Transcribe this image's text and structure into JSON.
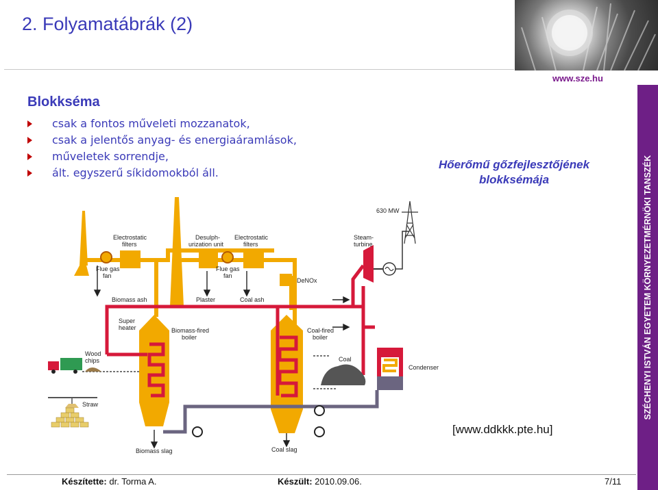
{
  "header": {
    "title": "2. Folyamatábrák (2)",
    "site_url": "www.sze.hu",
    "side_band_text": "SZÉCHENYI ISTVÁN EGYETEM KÖRNYEZETMÉRNÖKI TANSZÉK"
  },
  "content": {
    "heading": "Blokkséma",
    "bullets": [
      "csak a fontos műveleti mozzanatok,",
      "csak a jelentős anyag- és energiaáramlások,",
      "műveletek sorrendje,",
      "ált. egyszerű síkidomokból áll."
    ],
    "caption_line1": "Hőerőmű gőzfejlesztőjének",
    "caption_line2": "blokksémája",
    "source": "[www.ddkkk.pte.hu]"
  },
  "diagram": {
    "labels": {
      "power": "630 MW",
      "steam_turbine_1": "Steam-",
      "steam_turbine_2": "turbine",
      "electrostatic_1_a": "Electrostatic",
      "electrostatic_1_b": "filters",
      "desulph_a": "Desulph-",
      "desulph_b": "urization unit",
      "electrostatic_2_a": "Electrostatic",
      "electrostatic_2_b": "filters",
      "flue_fan_1_a": "Flue gas",
      "flue_fan_1_b": "fan",
      "flue_fan_2_a": "Flue gas",
      "flue_fan_2_b": "fan",
      "denox": "DeNOx",
      "biomass_ash": "Biomass ash",
      "plaster": "Plaster",
      "coal_ash": "Coal ash",
      "super_heater_a": "Super",
      "super_heater_b": "heater",
      "biomass_boiler_a": "Biomass-fired",
      "biomass_boiler_b": "boiler",
      "coal_boiler_a": "Coal-fired",
      "coal_boiler_b": "boiler",
      "wood_chips_a": "Wood",
      "wood_chips_b": "chips",
      "coal": "Coal",
      "condenser": "Condenser",
      "straw": "Straw",
      "biomass_slag": "Biomass slag",
      "coal_slag": "Coal slag"
    },
    "colors": {
      "flue_gas": "#f2a900",
      "steam": "#d6193a",
      "water": "#6b6580",
      "truck": "#2f9a52"
    }
  },
  "footer": {
    "author_label": "Készítette:",
    "author": " dr. Torma A.",
    "date_label": "Készült:",
    "date": " 2010.09.06.",
    "page": "7/11"
  }
}
